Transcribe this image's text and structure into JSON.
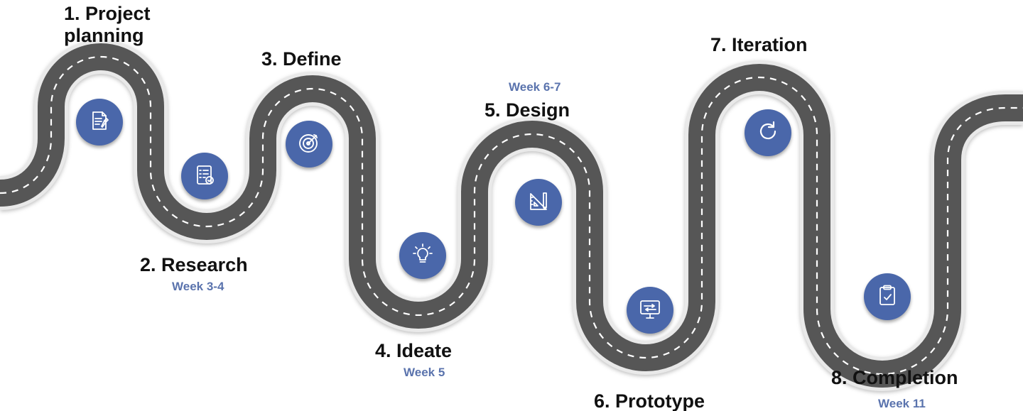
{
  "roadmap": {
    "colors": {
      "road": "#565656",
      "road_edge": "#e9e9e9",
      "lane_marking": "#ffffff",
      "badge": "#4a67aa",
      "week_text": "#5a73ad",
      "title_text": "#111111"
    },
    "steps": [
      {
        "title": "1. Project planning",
        "week": "",
        "icon": "document-pen-icon"
      },
      {
        "title": "2. Research",
        "week": "Week 3-4",
        "icon": "checklist-icon"
      },
      {
        "title": "3. Define",
        "week": "",
        "icon": "target-icon"
      },
      {
        "title": "4. Ideate",
        "week": "Week 5",
        "icon": "lightbulb-icon"
      },
      {
        "title": "5. Design",
        "week": "Week 6-7",
        "icon": "ruler-pencil-icon"
      },
      {
        "title": "6. Prototype",
        "week": "",
        "icon": "monitor-icon"
      },
      {
        "title": "7. Iteration",
        "week": "",
        "icon": "refresh-icon"
      },
      {
        "title": "8. Completion",
        "week": "Week 11",
        "icon": "clipboard-check-icon"
      }
    ],
    "step1_title_lines": [
      "1. Project",
      "planning"
    ]
  }
}
